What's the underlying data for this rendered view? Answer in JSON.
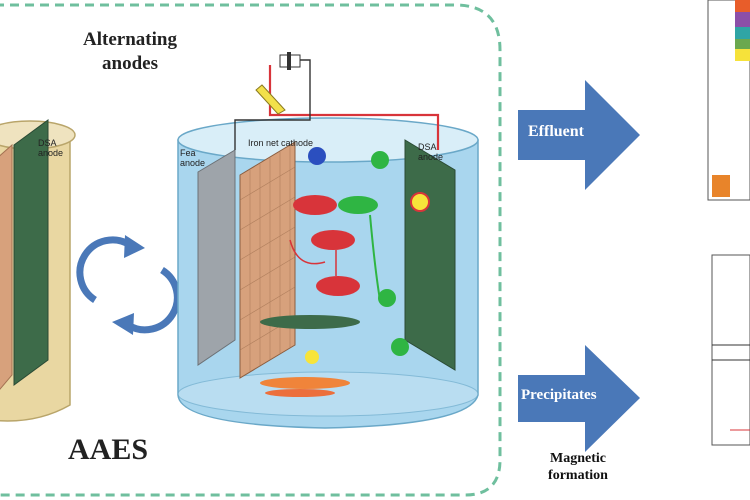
{
  "title": {
    "line1": "Alternating",
    "line2": "anodes"
  },
  "system_label": "AAES",
  "arrows": {
    "effluent": "Effluent",
    "precipitates": "Precipitates"
  },
  "magnetic": {
    "line1": "Magnetic",
    "line2": "formation"
  },
  "left_cell": {
    "anode_label_1": "DSA",
    "anode_label_2": "anode"
  },
  "main_cell": {
    "left_anode_1": "Fea",
    "left_anode_2": "anode",
    "cathode_label": "Iron net cathode",
    "right_anode_1": "DSA",
    "right_anode_2": "anode"
  },
  "colors": {
    "tank_water": "#a9d6ee",
    "tank_left_fill": "#e9d7a2",
    "arrow": "#4a78b8",
    "dashed_border": "#6fbf9e",
    "anode_dark": "#3d6b49",
    "mesh": "#d7a17c"
  }
}
